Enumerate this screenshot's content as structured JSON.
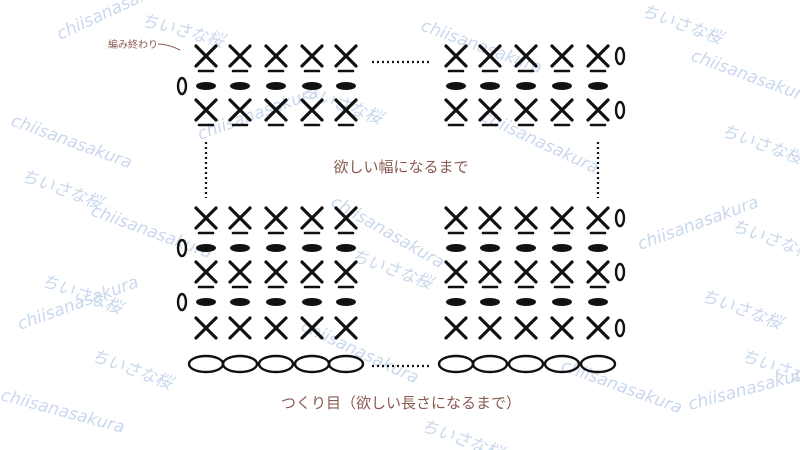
{
  "labels": {
    "end_marker": "編み終わり",
    "width_note": "欲しい幅になるまで",
    "chain_note": "つくり目（欲しい長さになるまで）"
  },
  "watermark": {
    "latin": "chiisanasakura",
    "kana": "ちいさな桜"
  },
  "colors": {
    "symbol": "#111111",
    "label": "#8a5a52",
    "watermark": "#c9d8ee"
  },
  "chart": {
    "stitch_symbols": [
      "single-crochet-x",
      "chain-stitch-oval",
      "back-loop-underline"
    ],
    "rows": [
      {
        "row": "top-1",
        "stitch": "x-underline",
        "count_left": 5,
        "count_right": 5
      },
      {
        "row": "top-2",
        "stitch": "chain-filled",
        "count_left": 5,
        "count_right": 5
      },
      {
        "row": "top-3",
        "stitch": "x-underline",
        "count_left": 5,
        "count_right": 5
      },
      {
        "row": "bottom-1",
        "stitch": "x-underline",
        "count_left": 5,
        "count_right": 5
      },
      {
        "row": "bottom-2",
        "stitch": "chain-filled",
        "count_left": 5,
        "count_right": 5
      },
      {
        "row": "bottom-3",
        "stitch": "x-underline",
        "count_left": 5,
        "count_right": 5
      },
      {
        "row": "bottom-4",
        "stitch": "chain-filled",
        "count_left": 5,
        "count_right": 5
      },
      {
        "row": "bottom-5",
        "stitch": "x",
        "count_left": 5,
        "count_right": 5
      },
      {
        "row": "foundation",
        "stitch": "chain-open",
        "count_left": 5,
        "count_right": 5
      }
    ]
  }
}
